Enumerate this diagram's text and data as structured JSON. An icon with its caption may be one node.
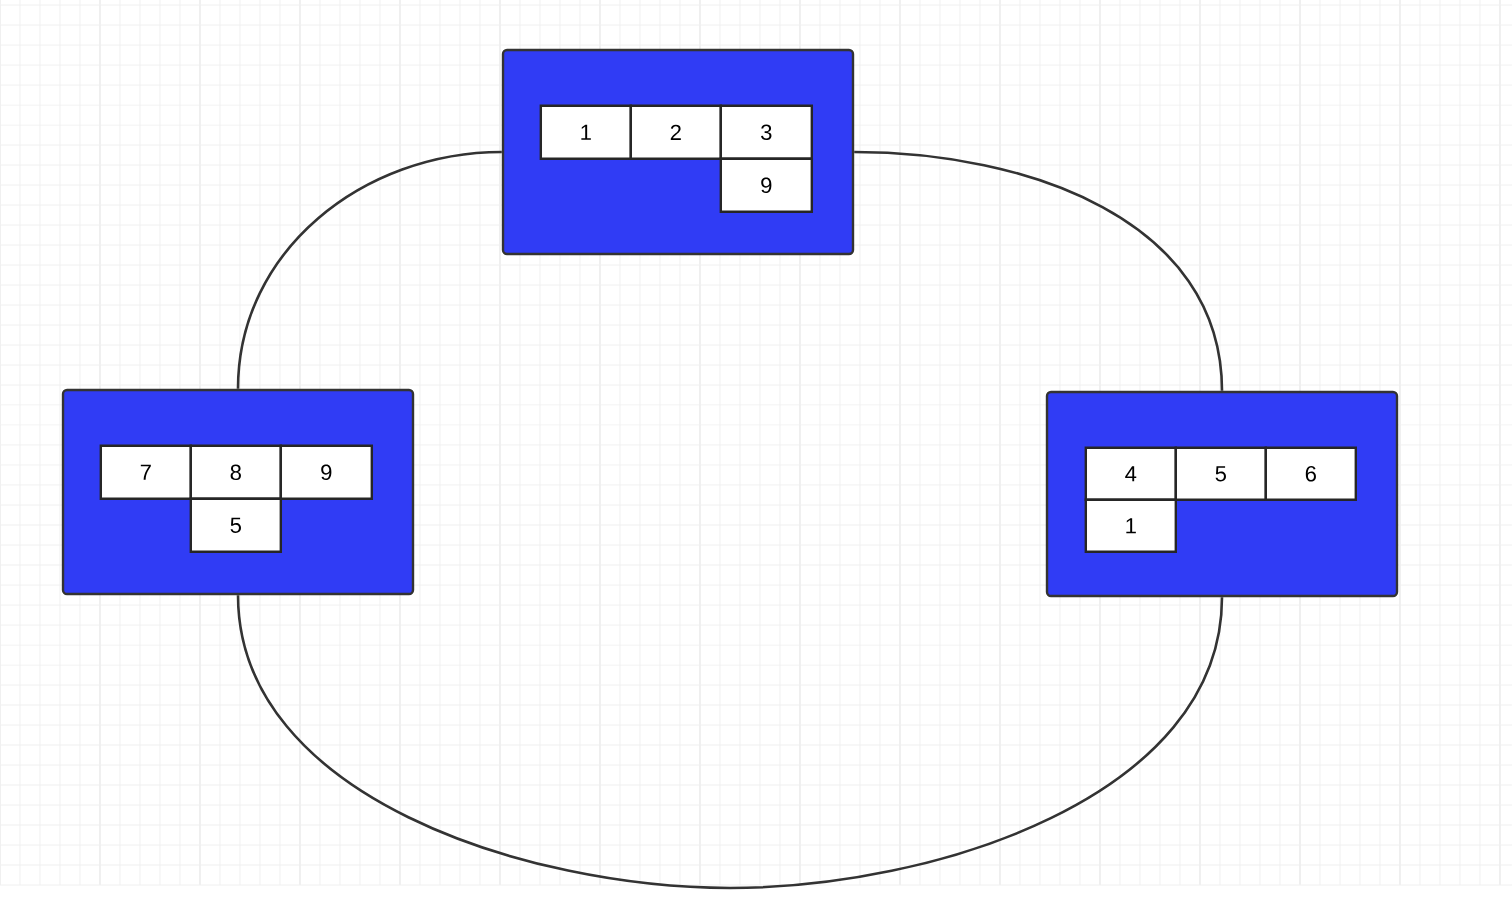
{
  "diagram": {
    "nodes": [
      {
        "text": [],
        "shape": "box"
      },
      {
        "text": [
          "1"
        ],
        "in": 0
      },
      {
        "text": [
          "2"
        ],
        "in": 0
      },
      {
        "text": [
          "3"
        ],
        "in": 0
      },
      {
        "text": [
          "9"
        ],
        "in": 0
      },
      {
        "text": [],
        "shape": "box"
      },
      {
        "text": [
          "7"
        ],
        "in": 5
      },
      {
        "text": [
          "8"
        ],
        "in": 5
      },
      {
        "text": [
          "9"
        ],
        "in": 5
      },
      {
        "text": [
          "5"
        ],
        "in": 5
      },
      {
        "text": [],
        "shape": "box"
      },
      {
        "text": [
          "4"
        ],
        "in": 10
      },
      {
        "text": [
          "5"
        ],
        "in": 10
      },
      {
        "text": [
          "6"
        ],
        "in": 10
      },
      {
        "text": [
          "1"
        ],
        "in": 10
      }
    ],
    "edges": [
      {
        "from": 0,
        "to": 5,
        "arrow": "none"
      },
      {
        "from": 0,
        "to": 10,
        "arrow": "none"
      },
      {
        "from": 5,
        "to": 10,
        "arrow": "none"
      }
    ]
  }
}
